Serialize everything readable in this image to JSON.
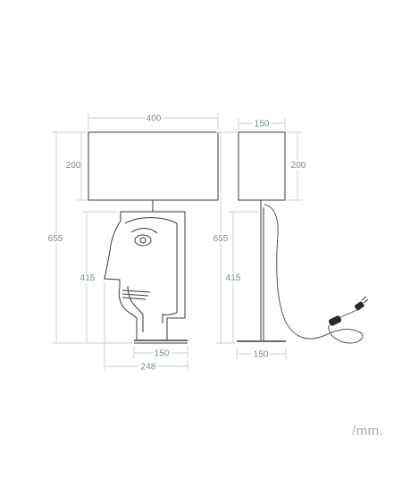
{
  "dimensions": {
    "front_width": "400",
    "front_shade_height": "200",
    "front_total_height": "655",
    "front_base_height": "415",
    "front_face_width": "150",
    "front_base_width": "248",
    "side_width": "150",
    "side_shade_height": "200",
    "side_total_height": "655",
    "side_base_height": "415",
    "side_base_width": "150"
  },
  "unit": "/mm.",
  "colors": {
    "dimension_line": "#c4cfcf",
    "dimension_text": "#7a8c8c",
    "drawing": "#3a3a3a",
    "unit_text": "#9fb2b2"
  }
}
